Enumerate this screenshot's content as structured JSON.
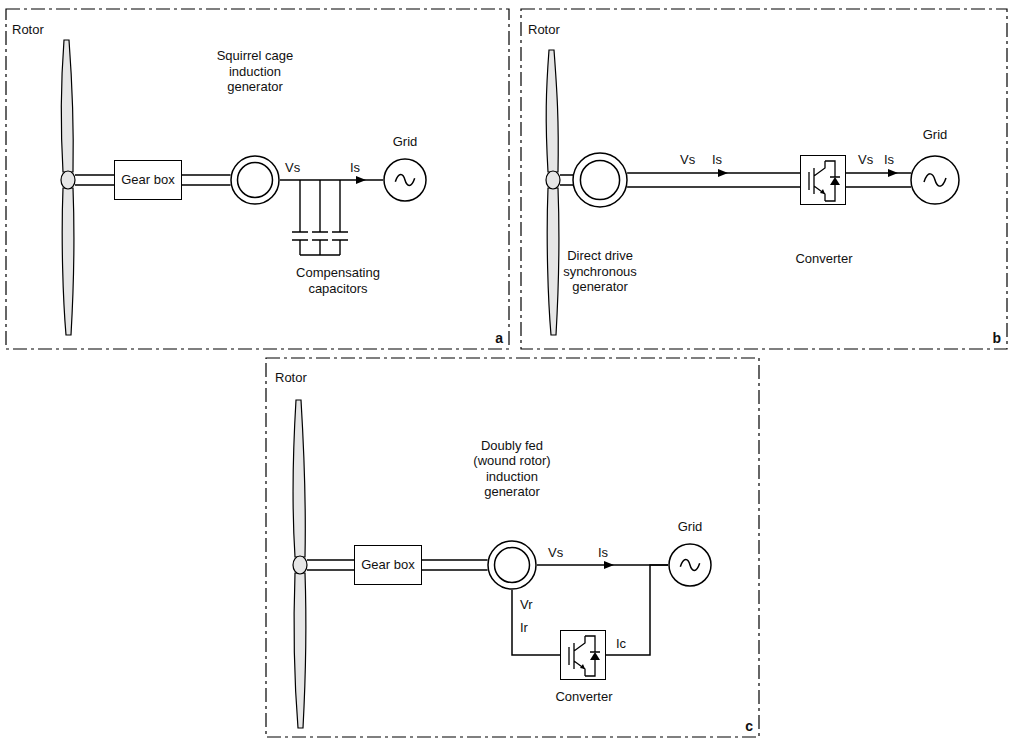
{
  "diagram": {
    "nodes": [
      {
        "text": [
          "a"
        ]
      },
      {
        "text": [
          "Gear box"
        ],
        "in": 0
      },
      {
        "text": [
          "Squirrel cage induction generator"
        ],
        "in": 0
      },
      {
        "text": [
          "Grid"
        ],
        "in": 0
      },
      {
        "text": [
          "b"
        ]
      },
      {
        "text": [
          "Direct drive synchronous generator"
        ],
        "in": 4
      },
      {
        "text": [
          "Converter"
        ],
        "in": 4
      },
      {
        "text": [
          "Grid"
        ],
        "in": 4
      },
      {
        "text": [
          "c"
        ]
      },
      {
        "text": [
          "Gear box"
        ],
        "in": 8
      },
      {
        "text": [
          "Doubly fed (wound rotor) induction generator"
        ],
        "in": 8
      },
      {
        "text": [
          "Grid"
        ],
        "in": 8
      },
      {
        "text": [
          "Converter"
        ],
        "in": 8
      }
    ],
    "edges": [
      {
        "from": 1,
        "to": 2,
        "arrow": "none"
      },
      {
        "from": 2,
        "to": 3,
        "arrow": "none"
      },
      {
        "from": 5,
        "to": 6,
        "arrow": "none"
      },
      {
        "from": 6,
        "to": 7,
        "arrow": "none"
      },
      {
        "from": 9,
        "to": 10,
        "arrow": "none"
      },
      {
        "from": 10,
        "to": 11,
        "arrow": "none"
      },
      {
        "from": 10,
        "to": 12,
        "arrow": "none"
      },
      {
        "from": 12,
        "to": 11,
        "arrow": "none"
      }
    ],
    "labels": [
      "Rotor",
      "Vs",
      "Is",
      "Compensating capacitors",
      "Rotor",
      "Vs",
      "Is",
      "Vs",
      "Is",
      "Rotor",
      "Vs",
      "Is",
      "Vr",
      "Ir",
      "Ic"
    ]
  }
}
